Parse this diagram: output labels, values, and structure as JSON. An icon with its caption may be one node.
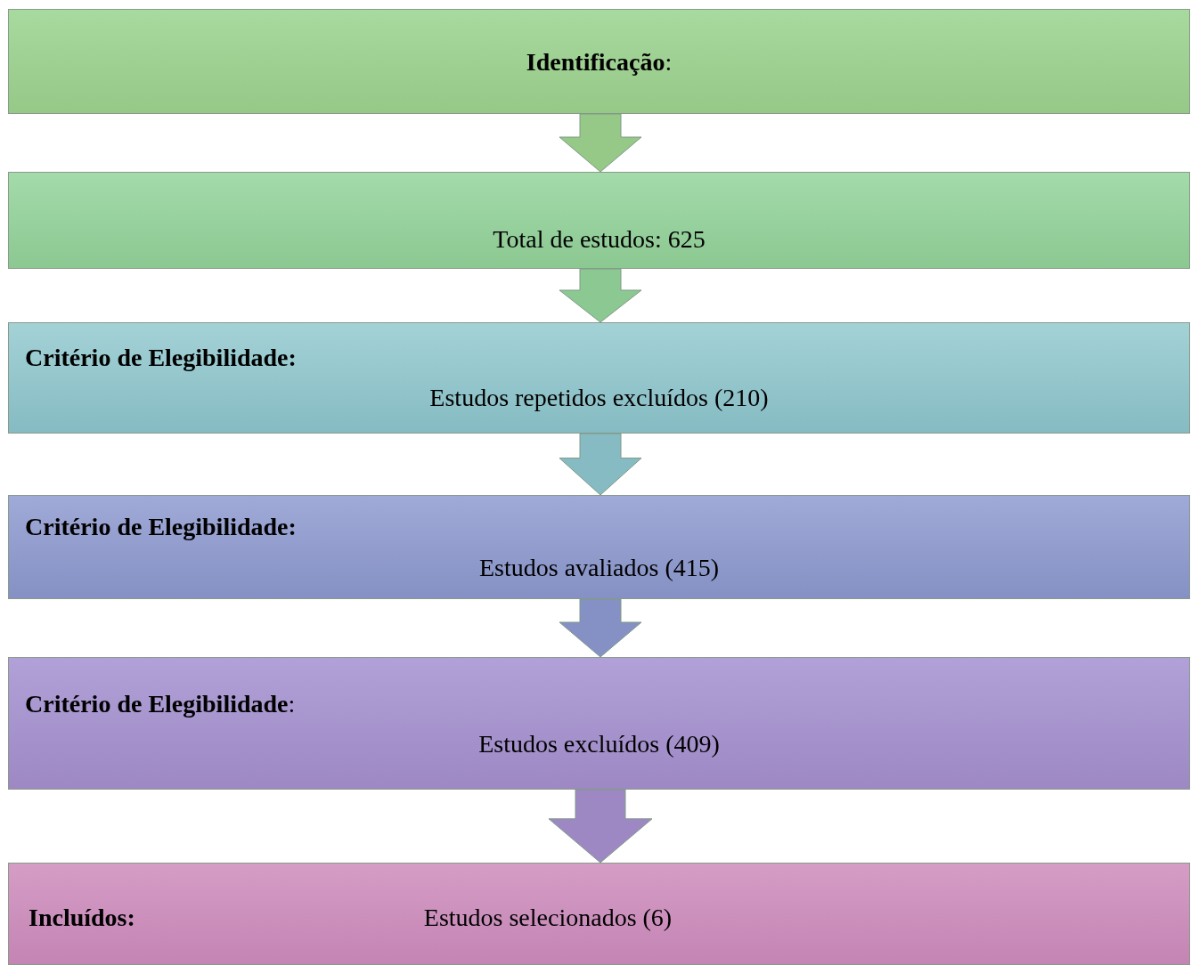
{
  "diagram": {
    "nodes": [
      {
        "text": [
          "**Identificação**:"
        ]
      },
      {
        "text": [
          "Total de estudos: 625"
        ]
      },
      {
        "text": [
          "Critério de Elegibilidade:",
          "Estudos repetidos excluídos (210)"
        ]
      },
      {
        "text": [
          "Critério de Elegibilidade:",
          "Estudos avaliados (415)"
        ]
      },
      {
        "text": [
          "**Critério de Elegibilidade**:",
          "Estudos excluídos (409)"
        ]
      },
      {
        "text": [
          "Incluídos:",
          "Estudos selecionados (6)"
        ]
      }
    ],
    "edges": [
      {
        "from": 0,
        "to": 1,
        "arrow": "to"
      },
      {
        "from": 1,
        "to": 2,
        "arrow": "to"
      },
      {
        "from": 2,
        "to": 3,
        "arrow": "to"
      },
      {
        "from": 3,
        "to": 4,
        "arrow": "to"
      },
      {
        "from": 4,
        "to": 5,
        "arrow": "to"
      }
    ]
  }
}
